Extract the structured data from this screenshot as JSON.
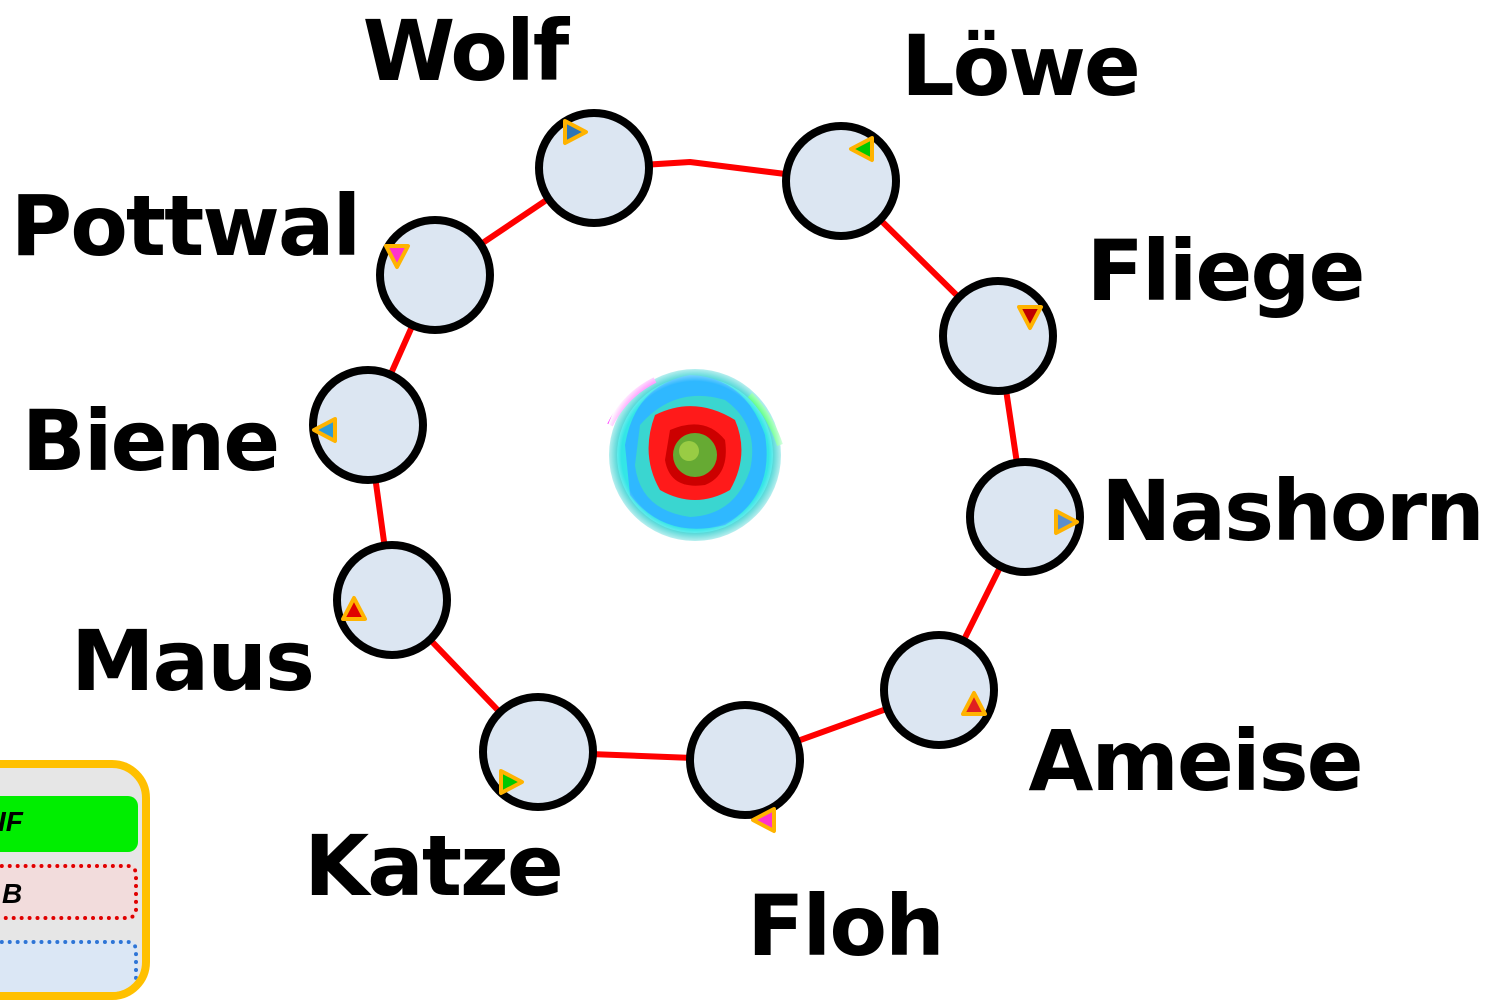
{
  "wheel": {
    "nodes": [
      {
        "id": "wolf",
        "label": "Wolf",
        "pointer_color": "#2e75b6",
        "pointer_dir": "right"
      },
      {
        "id": "loewe",
        "label": "Löwe",
        "pointer_color": "#00c800",
        "pointer_dir": "left"
      },
      {
        "id": "fliege",
        "label": "Fliege",
        "pointer_color": "#c00000",
        "pointer_dir": "down"
      },
      {
        "id": "nashorn",
        "label": "Nashorn",
        "pointer_color": "#5b8ec9",
        "pointer_dir": "right"
      },
      {
        "id": "ameise",
        "label": "Ameise",
        "pointer_color": "#e02020",
        "pointer_dir": "up"
      },
      {
        "id": "floh",
        "label": "Floh",
        "pointer_color": "#ff33cc",
        "pointer_dir": "left"
      },
      {
        "id": "katze",
        "label": "Katze",
        "pointer_color": "#00c800",
        "pointer_dir": "right"
      },
      {
        "id": "maus",
        "label": "Maus",
        "pointer_color": "#e00000",
        "pointer_dir": "up"
      },
      {
        "id": "biene",
        "label": "Biene",
        "pointer_color": "#2e9bd6",
        "pointer_dir": "left"
      },
      {
        "id": "pottwal",
        "label": "Pottwal",
        "pointer_color": "#ff33cc",
        "pointer_dir": "down"
      }
    ],
    "ring_color": "#ff0000",
    "center_image": "flower-image"
  },
  "panel": {
    "buttons": [
      {
        "label": "IF",
        "color": "#00ee00",
        "style": "solid"
      },
      {
        "label": "B",
        "color": "#e00000",
        "style": "dotted"
      },
      {
        "label": "",
        "color": "#2e75d6",
        "style": "dotted"
      }
    ],
    "border_color": "#ffc000"
  }
}
